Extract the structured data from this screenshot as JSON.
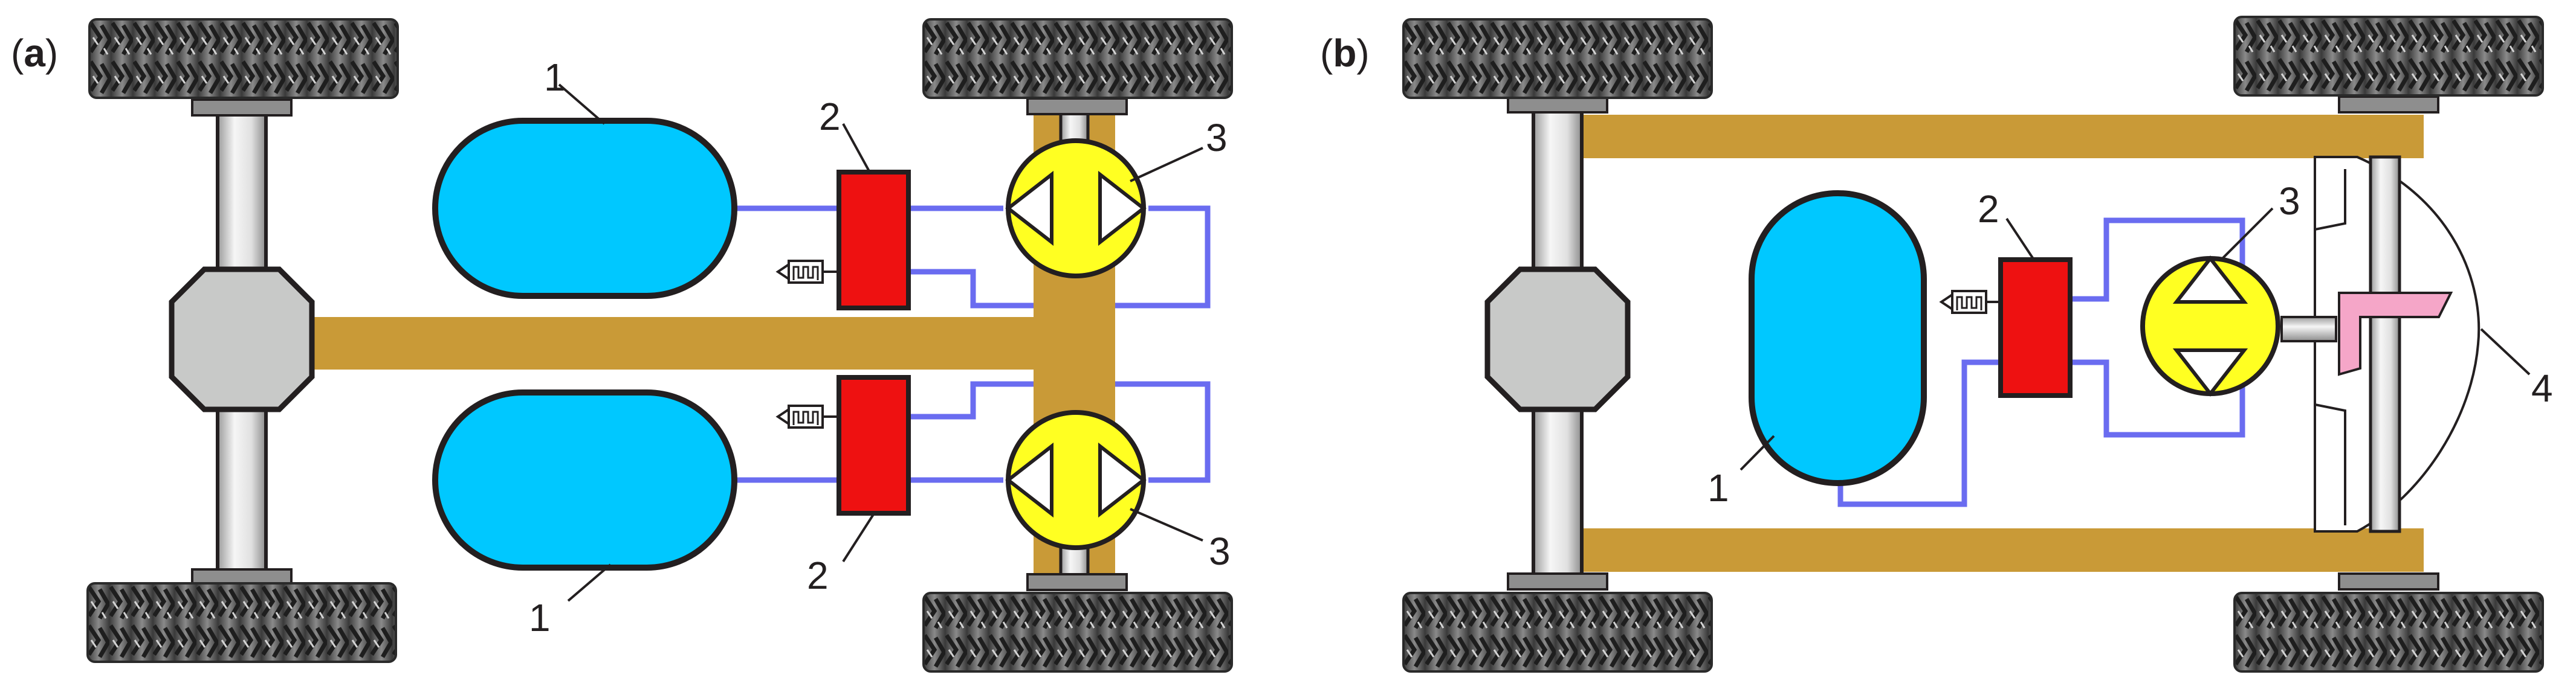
{
  "panels": [
    {
      "open": "(",
      "letter": "a",
      "close": ")"
    },
    {
      "open": "(",
      "letter": "b",
      "close": ")"
    }
  ],
  "callouts": {
    "a": {
      "tank_top": "1",
      "tank_bottom": "1",
      "valve_top": "2",
      "valve_bottom": "2",
      "motor_top": "3",
      "motor_bottom": "3"
    },
    "b": {
      "tank": "1",
      "valve": "2",
      "motor": "3",
      "gearbox": "4"
    }
  },
  "colors": {
    "tank": "#00c8ff",
    "valve": "#ee1111",
    "motor": "#ffff22",
    "hose": "#6a6cf0",
    "frame": "#c99a37",
    "differential": "#c8c9c8",
    "bevel_gear": "#f5a6c8",
    "tire": "#5a5a5a",
    "axle": "#d8d8d8"
  }
}
